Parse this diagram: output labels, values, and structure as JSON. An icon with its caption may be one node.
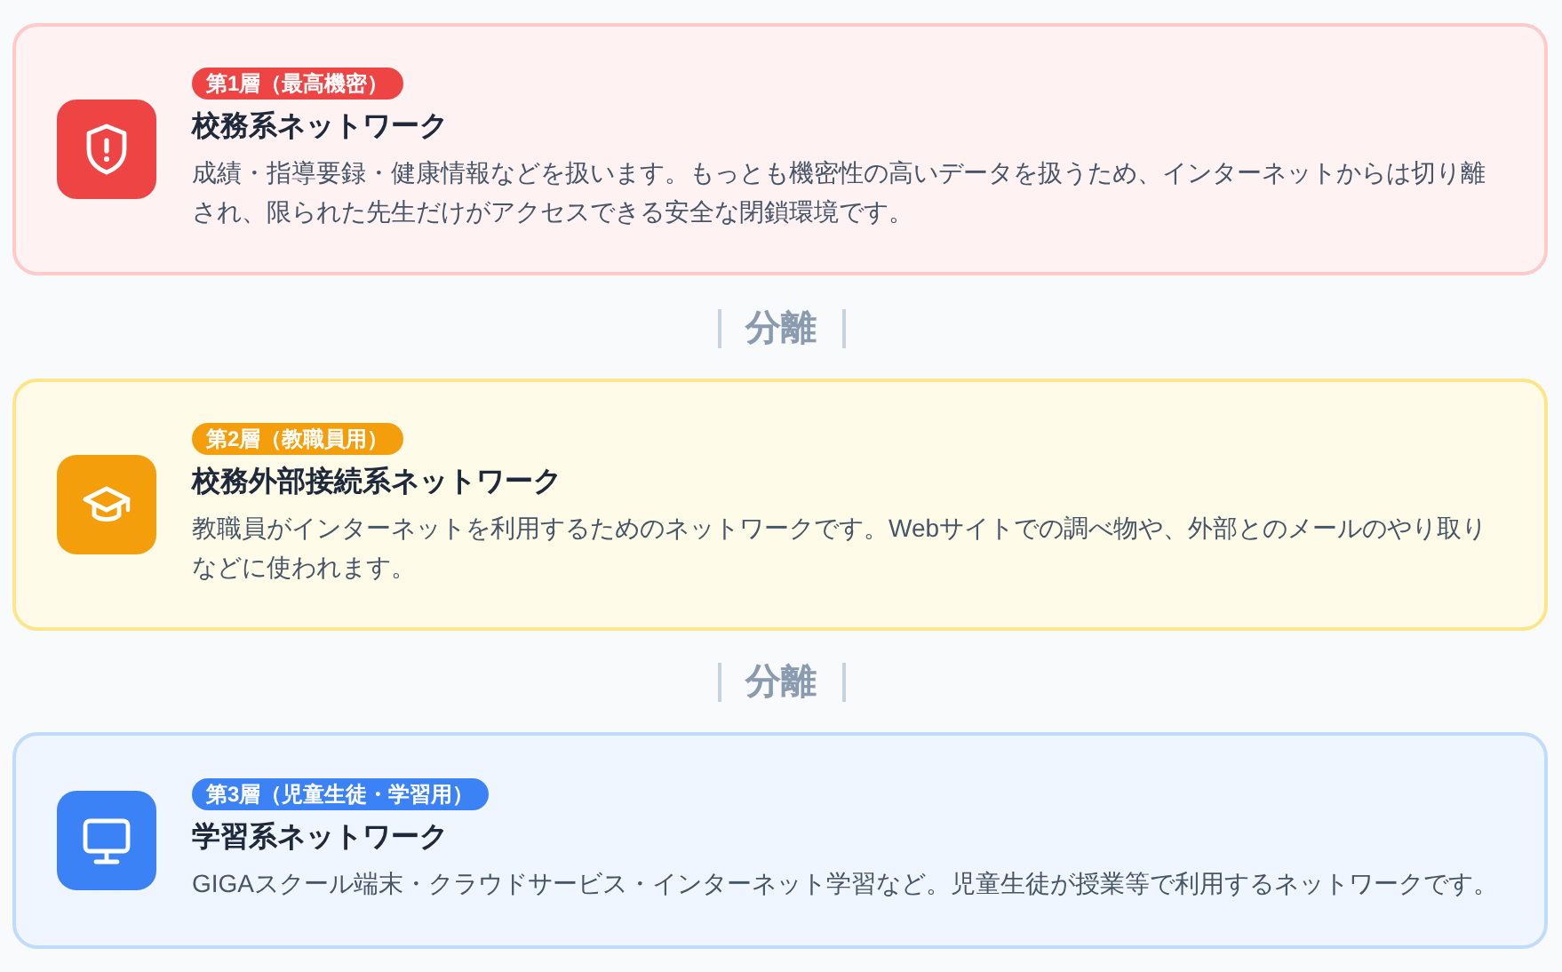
{
  "diagram": {
    "nodes": [
      {
        "text": [
          "校務系ネットワーク",
          "成績・指導要録・健康情報などを扱います。もっとも機密性の高いデータを扱うため、インターネットからは切り離され、限られた先生だけがアクセスできる安全な閉鎖環境です。"
        ]
      },
      {
        "text": [
          "第1層（最高機密）"
        ],
        "in": 0
      },
      {
        "text": [
          "校務外部接続系ネットワーク",
          "教職員がインターネットを利用するためのネットワークです。Webサイトでの調べ物や、外部とのメールのやり取りなどに使われます。"
        ]
      },
      {
        "text": [
          "第2層（教職員用）"
        ],
        "in": 2
      },
      {
        "text": [
          "学習系ネットワーク",
          "GIGAスクール端末・クラウドサービス・インターネット学習など。児童生徒が授業等で利用するネットワークです。"
        ]
      },
      {
        "text": [
          "第3層（児童生徒・学習用）"
        ],
        "in": 4
      }
    ],
    "labels": [
      "分離",
      "分離"
    ]
  }
}
